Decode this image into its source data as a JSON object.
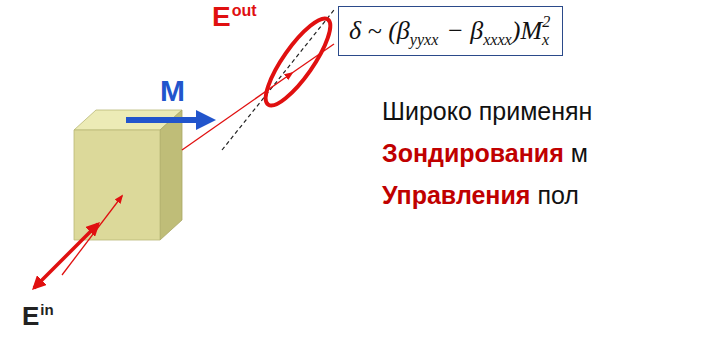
{
  "diagram": {
    "nodes": [
      {
        "text": [
          "δ ~ (β",
          "yyxx",
          "− β",
          "xxxx",
          ")M",
          "x",
          "2"
        ]
      }
    ],
    "labels": [
      "M",
      "E",
      "out",
      "E",
      "in",
      "Широко применян",
      "Зондирования",
      "м",
      "Управления",
      "пол"
    ]
  }
}
